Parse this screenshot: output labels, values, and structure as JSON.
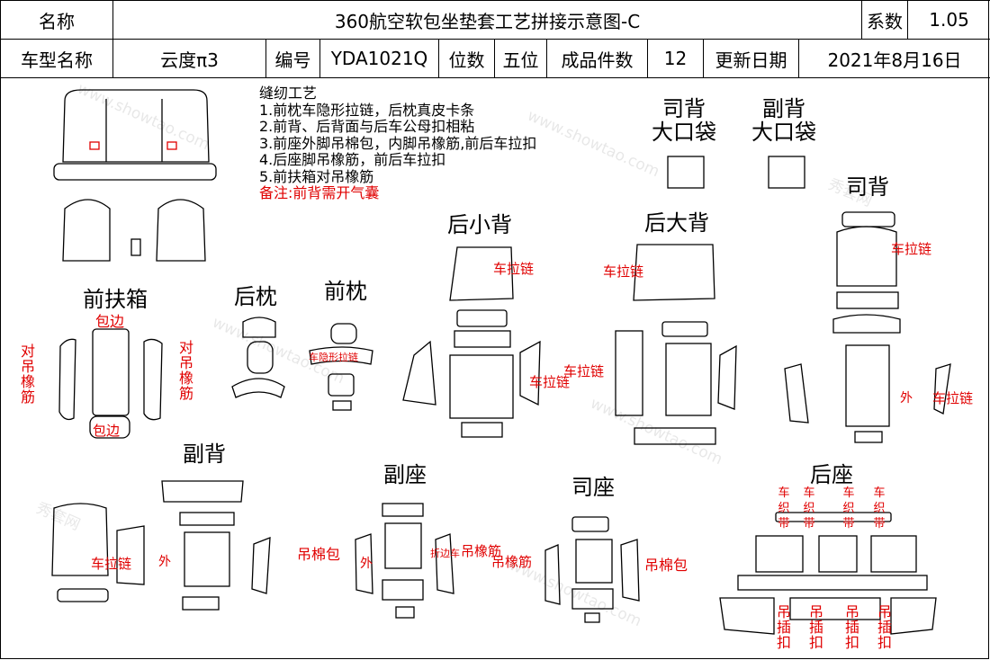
{
  "header": {
    "name_label": "名称",
    "title": "360航空软包坐垫套工艺拼接示意图-C",
    "coef_label": "系数",
    "coef_value": "1.05",
    "model_label": "车型名称",
    "model_value": "云度π3",
    "code_label": "编号",
    "code_value": "YDA1021Q",
    "seats_label": "位数",
    "seats_value": "五位",
    "count_label": "成品件数",
    "count_value": "12",
    "date_label": "更新日期",
    "date_value": "2021年8月16日"
  },
  "notes": {
    "heading": "缝纫工艺",
    "items": [
      "1.前枕车隐形拉链，后枕真皮卡条",
      "2.前背、后背面与后车公母扣相粘",
      "3.前座外脚吊棉包，内脚吊橡筋,前后车拉扣",
      "4.后座脚吊橡筋，前后车拉扣",
      "5.前扶箱对吊橡筋"
    ],
    "remark": "备注:前背需开气囊"
  },
  "sections": {
    "driver_back_pocket": "司背\n大口袋",
    "passenger_back_pocket": "副背\n大口袋",
    "driver_back": "司背",
    "rear_small_back": "后小背",
    "rear_big_back": "后大背",
    "front_armrest": "前扶箱",
    "rear_headrest": "后枕",
    "front_headrest": "前枕",
    "passenger_back": "副背",
    "passenger_seat": "副座",
    "driver_seat": "司座",
    "rear_seat": "后座"
  },
  "annotations": {
    "zipper": "车拉链",
    "outer": "外",
    "edge_binding": "包边",
    "pair_elastic": "对吊橡筋",
    "cotton_bag": "吊棉包",
    "elastic": "吊橡筋",
    "hidden_zipper": "车隐形拉链",
    "woven_belt": "车织带",
    "hang_buckle": "吊插扣",
    "fold_stitch": "折边车"
  },
  "watermark": {
    "brand_cn": "秀套网",
    "brand_url": "www.showtao.com"
  },
  "colors": {
    "annotation": "#e00000",
    "line": "#000000",
    "background": "#ffffff"
  }
}
